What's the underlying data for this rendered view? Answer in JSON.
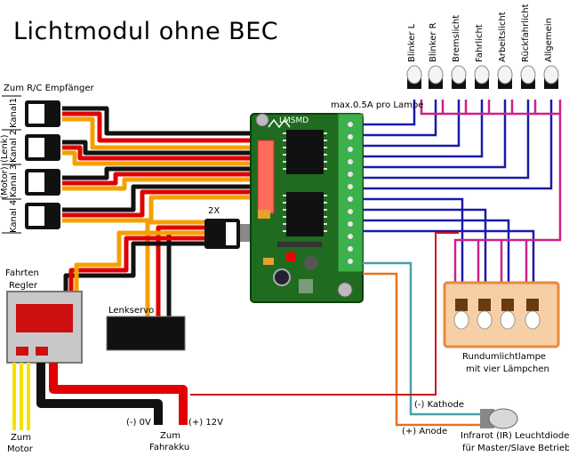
{
  "title": "Lichtmodul ohne BEC",
  "receiver_label": "Zum R/C Empfänger",
  "channels": [
    {
      "label": "Kanal1",
      "sub": ""
    },
    {
      "label": "Kanal 2",
      "sub": "(Lenk)"
    },
    {
      "label": "Kanal 3",
      "sub": "(Motor)"
    },
    {
      "label": "Kanal 4",
      "sub": ""
    }
  ],
  "max_current": "max.0.5A pro Lampe",
  "lamps": [
    "Blinker L",
    "Blinker R",
    "Bremslicht",
    "Fahrlicht",
    "Arbeitslicht",
    "Rückfahrlicht",
    "Allgemein"
  ],
  "module_name": "LMSMD",
  "connector_2x": "2X",
  "regler_label": [
    "Fahrten",
    "Regler"
  ],
  "lenkservo": "Lenkservo",
  "motor_label": [
    "Zum",
    "Motor"
  ],
  "akku_label": [
    "Zum",
    "Fahrakku"
  ],
  "akku_minus": "(-) 0V",
  "akku_plus": "(+) 12V",
  "rundum_label": [
    "Rundumlichtlampe",
    "mit vier Lämpchen"
  ],
  "kathode": "(-) Kathode",
  "anode": "(+) Anode",
  "ir_label": [
    "Infrarot (IR) Leuchtdiode",
    "für Master/Slave Betrieb"
  ],
  "colors": {
    "servo_black": "#111111",
    "servo_red": "#e00000",
    "servo_orange": "#f5a000",
    "lamp_blue": "#1a1aa8",
    "lamp_pink": "#d0208a",
    "pcb_green": "#1f6b1f",
    "connector_red": "#ff6b5a",
    "ir_teal": "#4aa0a8",
    "ir_orange": "#e87020",
    "rundum_fill": "#f7cfa6"
  }
}
